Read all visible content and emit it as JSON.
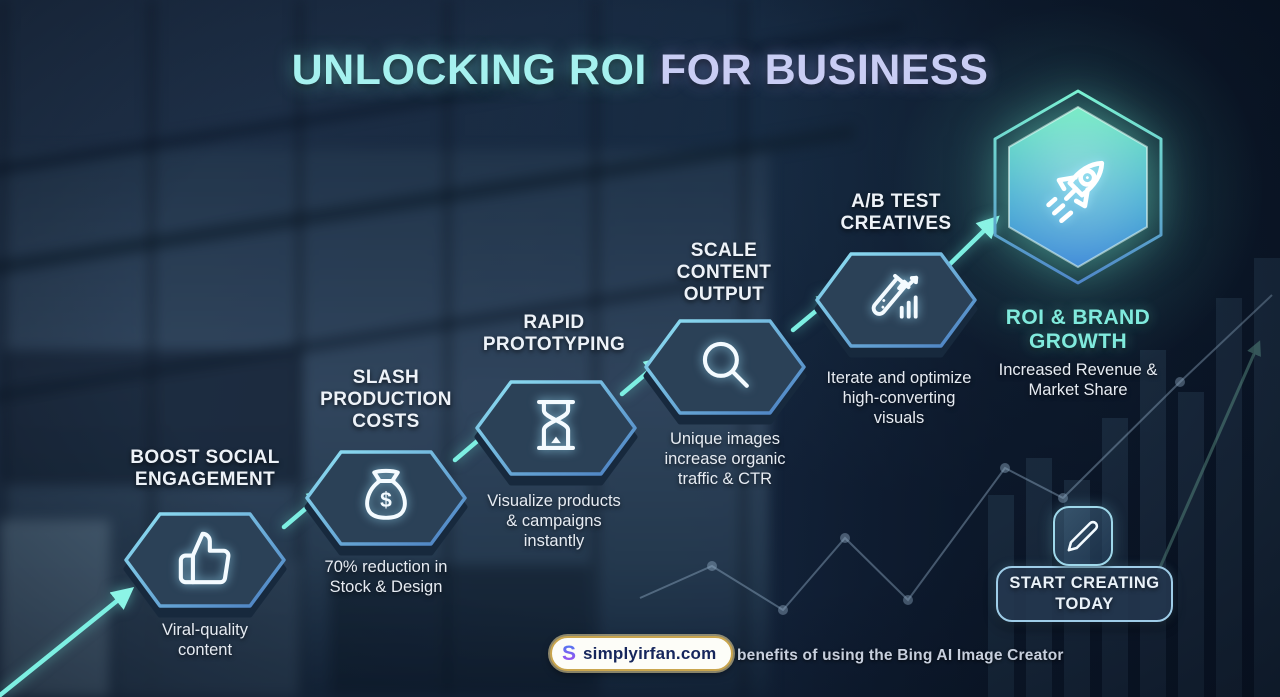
{
  "title": {
    "part1": "UNLOCKING ROI",
    "part2": "FOR BUSINESS"
  },
  "steps": [
    {
      "heading": "BOOST SOCIAL\nENGAGEMENT",
      "subtext": "Viral-quality\ncontent",
      "icon": "thumbs-up"
    },
    {
      "heading": "SLASH\nPRODUCTION\nCOSTS",
      "subtext": "70% reduction in\nStock & Design",
      "icon": "money-bag",
      "icon_symbol": "$"
    },
    {
      "heading": "RAPID\nPROTOTYPING",
      "subtext": "Visualize products\n& campaigns\ninstantly",
      "icon": "hourglass"
    },
    {
      "heading": "SCALE\nCONTENT\nOUTPUT",
      "subtext": "Unique images\nincrease organic\ntraffic & CTR",
      "icon": "magnifier"
    },
    {
      "heading": "A/B TEST\nCREATIVES",
      "subtext": "Iterate and optimize\nhigh-converting\nvisuals",
      "icon": "test-tube-chart"
    }
  ],
  "final_step": {
    "heading": "ROI & BRAND\nGROWTH",
    "subtext": "Increased Revenue &\nMarket Share",
    "icon": "rocket"
  },
  "cta": {
    "label": "START CREATING\nTODAY",
    "icon": "pencil"
  },
  "footer": {
    "logo_letter": "S",
    "site": "simplyirfan.com",
    "caption": "benefits of using the Bing AI Image Creator"
  },
  "colors": {
    "accent_cyan": "#7DEFE2",
    "title_cyan": "#A5F1EF",
    "title_lavender": "#C9CDF4",
    "hex_fill": "#2B4157",
    "hex_border_top": "#90E2F4",
    "hex_border_bottom": "#4A7DC0",
    "big_hex_top": "#6CEAC0",
    "big_hex_bottom": "#3F8BD8",
    "roi_text": "#80EADD",
    "badge_border_gold": "#C9A54E",
    "badge_text_navy": "#16265C"
  }
}
